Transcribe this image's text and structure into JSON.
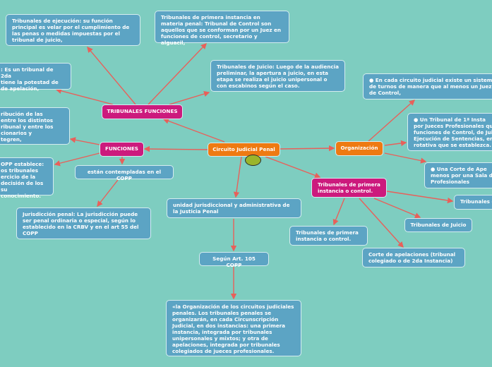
{
  "root": {
    "label": "Circuito Judicial Penal"
  },
  "tribunales_funciones": {
    "label": "TRIBUNALES FUNCIONES",
    "children": [
      "Tribunales de ejecución: su función principal es velar por el cumplimiento de las penas o medidas impuestas por el tribunal de juicio,",
      "Tribunales de primera instancia en materia penal: Tribunal de Control son aquellos que se conforman por un Juez en funciones de control, secretario y alguacil,",
      "Tribunales de Juicio: Luego de la audiencia preliminar, la apertura a juicio, en esta etapa se realiza el juicio unipersonal o con escabinos según el caso.",
      ": Es un tribunal de 2da\ntiene la potestad de\nde apelación,"
    ]
  },
  "funciones": {
    "label": "FUNCIONES",
    "children": [
      "ribución de las\n entre los distintos\nribunal y entre los\ncionarios y\ntegren,",
      "OPP establece:\nos tribunales\nercicio de la\ndecisión de los\nsu conocimiento.",
      "están contempladas en el COPP"
    ],
    "jurisdiccion": "Jurisdicción penal: La jurisdicción puede ser penal ordinaria o especial, según lo establecido en la CRBV y en el art 55 del COPP"
  },
  "organizacion": {
    "label": "Organización",
    "children": [
      "●      En cada circuito judicial existe un sistema de turnos de manera que al menos un Juez de Control,",
      "●      Un Tribunal de 1ª Insta\npor Jueces Profesionales que\nfunciones de Control, de Juic\nEjecución de Sentencias, en\nrotativa que se establezca.",
      "●      Una Corte de Ape\nmenos por una Sala de\nProfesionales"
    ]
  },
  "primera_instancia": {
    "label": "Tribunales de primera instancia o control.",
    "children": [
      "Tribunales d",
      "Tribunales de Juicio",
      "Tribunales de primera instancia o control.",
      "Corte de apelaciones (tribunal colegiado o de 2da Instancia)"
    ]
  },
  "unidad": {
    "label": "unidad jurisdiccional y administrativa de la Justicia Penal",
    "segun": "Según Art. 105 COPP",
    "quote": "«la Organización de los circuitos judiciales penales. Los tribunales penales se organizarán, en cada Circunscripción Judicial, en dos instancias: una primera instancia, integrada por tribunales unipersonales y mixtos; y otra de apelaciones, integrada por tribunales colegiados de jueces profesionales."
  },
  "colors": {
    "background": "#7ecdc0",
    "node": "#5ca4c4",
    "main": "#cc1a7d",
    "root": "#ee7a12",
    "connector": "#e8605a"
  }
}
